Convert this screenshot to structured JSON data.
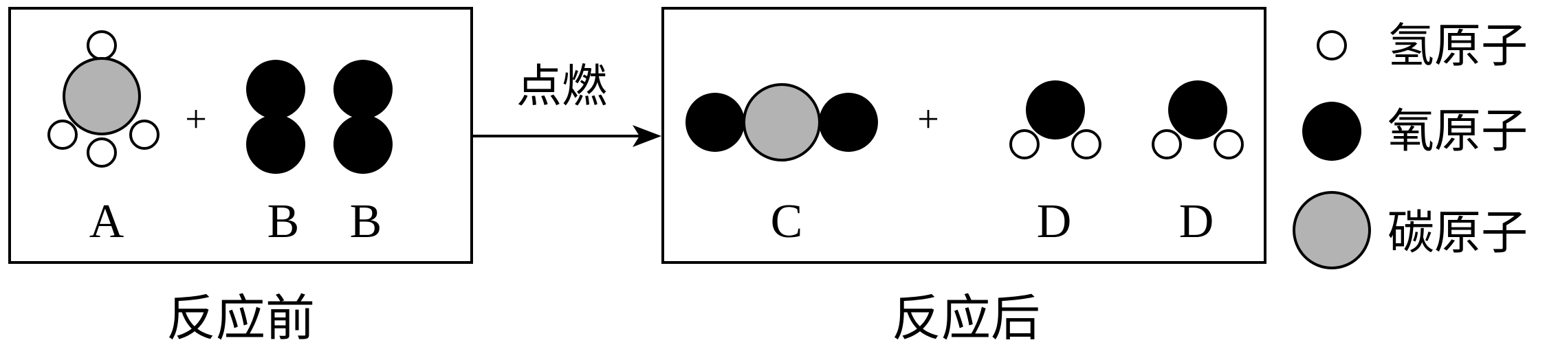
{
  "before": {
    "caption": "反应前",
    "plus": "+",
    "labels": {
      "a": "A",
      "b1": "B",
      "b2": "B"
    }
  },
  "after": {
    "caption": "反应后",
    "plus": "+",
    "labels": {
      "c": "C",
      "d1": "D",
      "d2": "D"
    }
  },
  "reaction": {
    "condition": "点燃"
  },
  "legend": {
    "hydrogen": "氢原子",
    "oxygen": "氧原子",
    "carbon": "碳原子"
  },
  "colors": {
    "hydrogen": "#ffffff",
    "oxygen": "#000000",
    "carbon": "#b3b3b3",
    "outline": "#000000"
  }
}
